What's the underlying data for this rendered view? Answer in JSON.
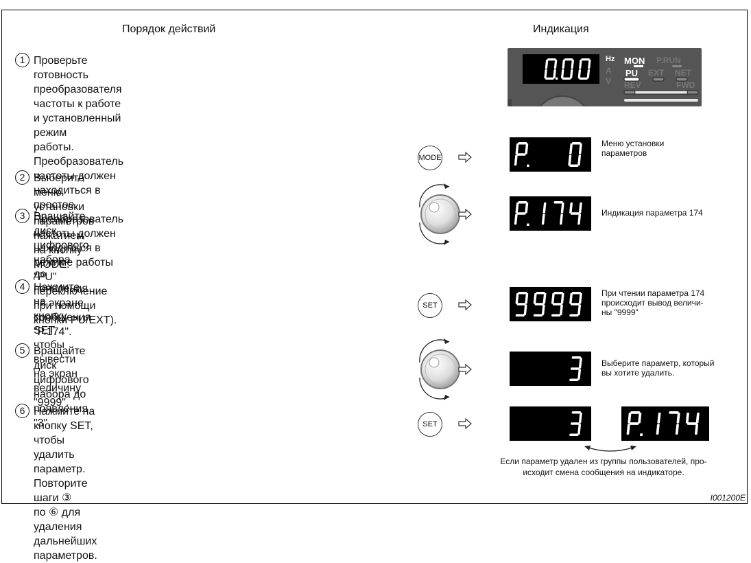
{
  "headers": {
    "left": "Порядок действий",
    "right": "Индикация"
  },
  "steps": [
    {
      "num": "1",
      "text": "Проверьте готовность преобразователя\nчастоты к работе и установленный режим\nработы. Преобразователь частоты должен\nнаходиться в простое.\nПреобразователь частоты должен\nнаходиться в режиме работы \"PU\"\nпереключение при помощи кнопки PU/EXT)."
    },
    {
      "num": "2",
      "text": "Выберите меню установки параметров\nнажатием на кнопку MODE."
    },
    {
      "num": "3",
      "text": "Вращайте диск цифрового набора\nдо появления на экране сообщения \"P.174\"."
    },
    {
      "num": "4",
      "text": "Нажмите на кнопку SET, чтобы вывести\nна экран величину \"9999\"."
    },
    {
      "num": "5",
      "text": "Вращайте диск цифрового набора до\nпоявления \"3\"."
    },
    {
      "num": "6",
      "text": "Нажмите на кнопку SET, чтобы\nудалить параметр. Повторите шаги ③\nпо ⑥ для удаления дальнейших параметров."
    }
  ],
  "panel": {
    "display": "0.00",
    "labels": {
      "hz": "Hz",
      "a": "A",
      "v": "V",
      "mon": "MON",
      "prun": "P.RUN",
      "pu": "PU",
      "ext": "EXT",
      "net": "NET",
      "rev": "REV",
      "fwd": "FWD"
    }
  },
  "buttons": {
    "mode": "MODE",
    "set1": "SET",
    "set2": "SET"
  },
  "displays": {
    "d2": "P.   0",
    "d3": "P.174",
    "d4": "9999",
    "d5": "3",
    "d6a": "3",
    "d6b": "P.174"
  },
  "notes": {
    "n2": "Меню установки\nпараметров",
    "n3": "Индикация параметра 174",
    "n4": "При чтении параметра 174\nпроисходит вывод величи-\nны \"9999\"",
    "n5": "Выберите параметр, который\nвы хотите удалить.",
    "n6": "Если параметр удален из группы пользователей, про-\nисходит смена сообщения на индикаторе."
  },
  "figure_code": "I001200E"
}
